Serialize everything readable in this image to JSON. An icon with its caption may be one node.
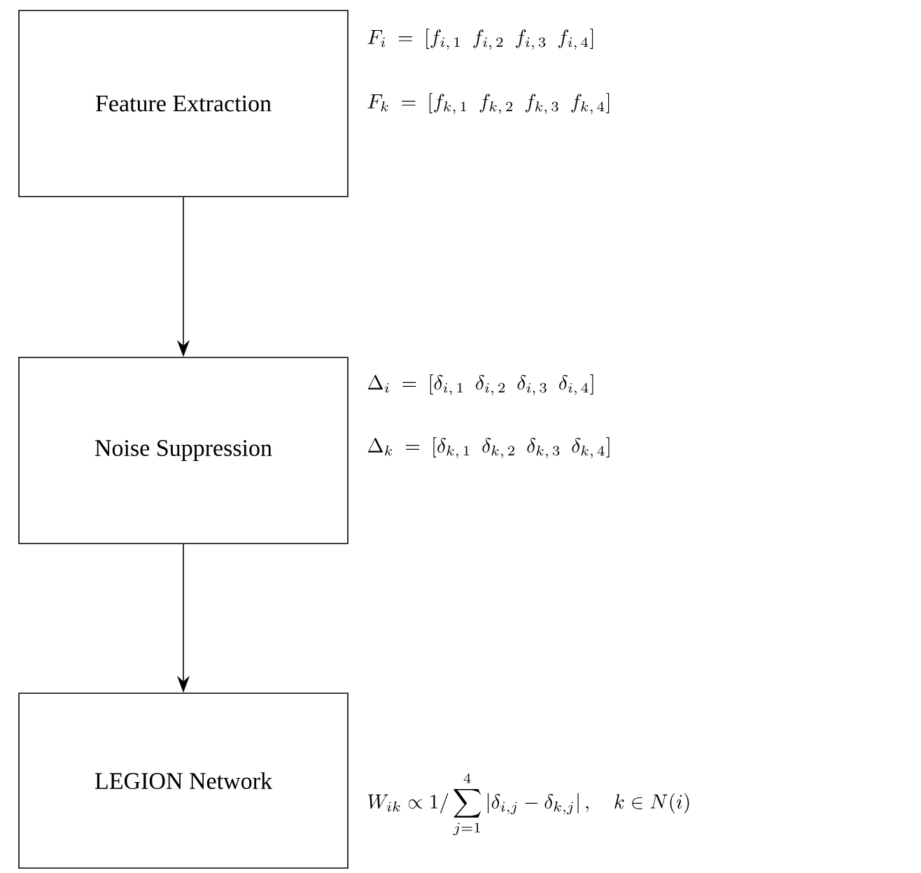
{
  "diagram": {
    "nodes": [
      {
        "text": [
          "Feature Extraction"
        ],
        "beside": [
          "F_i\\ =\\ [f_{i,\\,1}\\ \\ f_{i,\\,2}\\ \\ f_{i,\\,3}\\ \\ f_{i,\\,4}]",
          "F_k\\ =\\ [f_{k,\\,1}\\ \\ f_{k,\\,2}\\ \\ f_{k,\\,3}\\ \\ f_{k,\\,4}]"
        ]
      },
      {
        "text": [
          "Noise Suppression"
        ],
        "beside": [
          "\\Delta_i\\ =\\ [\\delta_{i,\\,1}\\ \\ \\delta_{i,\\,2}\\ \\ \\delta_{i,\\,3}\\ \\ \\delta_{i,\\,4}]",
          "\\Delta_k\\ =\\ [\\delta_{k,\\,1}\\ \\ \\delta_{k,\\,2}\\ \\ \\delta_{k,\\,3}\\ \\ \\delta_{k,\\,4}]"
        ]
      },
      {
        "text": [
          "LEGION Network"
        ],
        "beside": [
          "W_{ik}\\propto 1/\\sum_{j=1}^{4}\\left|\\delta_{i,j}-\\delta_{k,j}\\right|,\\quad k\\in N(i)"
        ]
      }
    ],
    "edges": [
      {
        "from": 0,
        "to": 1,
        "arrow": "to"
      },
      {
        "from": 1,
        "to": 2,
        "arrow": "to"
      }
    ]
  }
}
